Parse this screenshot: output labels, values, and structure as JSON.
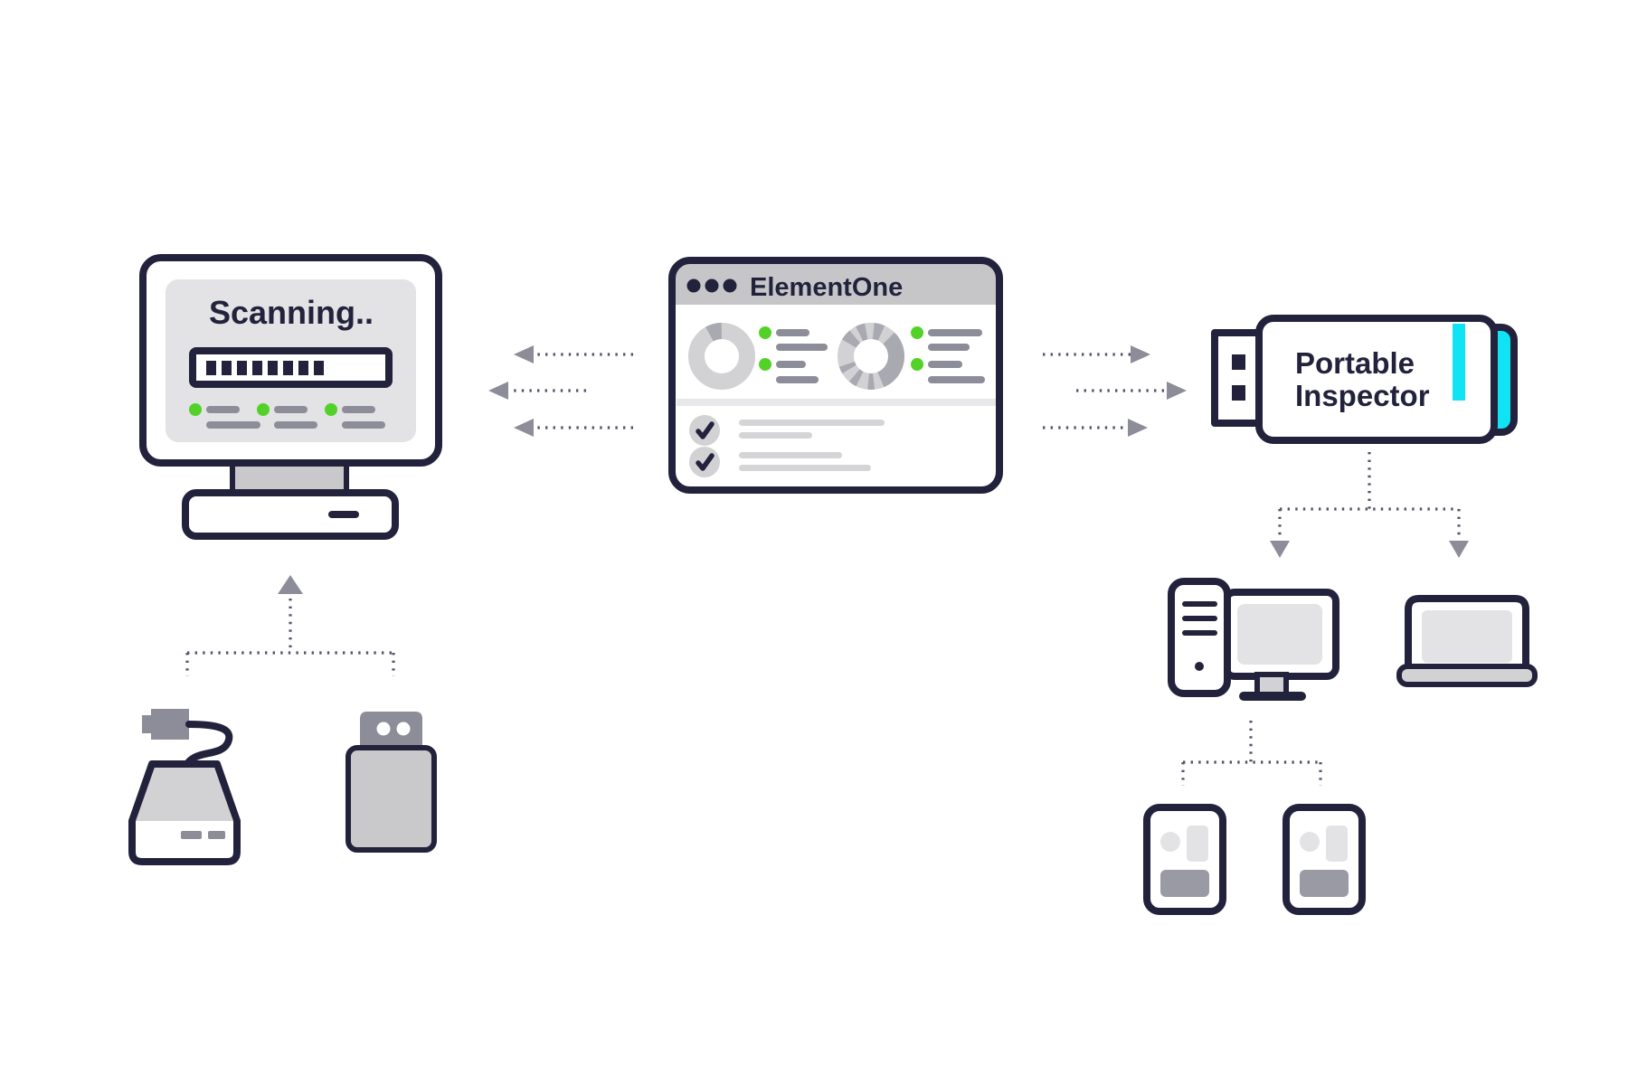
{
  "diagram_title": "Portable Inspector scanning workflow diagram",
  "colors": {
    "navy": "#22223c",
    "gray_mid": "#8d8d99",
    "gray_titlebar": "#c6c6c9",
    "gray_screen": "#e3e3e5",
    "gray_ring": "#d2d2d4",
    "gray_ring_segment": "#a9a9b2",
    "gray_body": "#c9c9cc",
    "gray_accent_dark": "#9a9aa5",
    "dotted_connector": "#55556a",
    "green": "#52d228",
    "cyan": "#10e4f4",
    "background": "#ffffff"
  },
  "scanning_monitor": {
    "title": "Scanning..",
    "progress_segments": 8,
    "status_rows": 3
  },
  "app_window": {
    "title": "ElementOne",
    "window_control_dots": 3,
    "donut_charts": 2,
    "legend_groups": 2,
    "checklist_rows": 2
  },
  "portable_inspector": {
    "label_line1": "Portable",
    "label_line2": "Inspector"
  },
  "connected_devices": {
    "left_sources": [
      "external-hard-drive",
      "usb-stick"
    ],
    "right_targets": [
      "desktop-computer",
      "laptop-computer"
    ],
    "sub_targets": [
      "phone-card-1",
      "phone-card-2"
    ]
  },
  "icons": {
    "check": "check-icon ✓",
    "window_controls": "three-dots-icon ●●●",
    "arrow_left": "triangle-left-icon ◀",
    "arrow_right": "triangle-right-icon ▶",
    "arrow_up": "triangle-up-icon ▲",
    "arrow_down": "triangle-down-icon ▼"
  }
}
